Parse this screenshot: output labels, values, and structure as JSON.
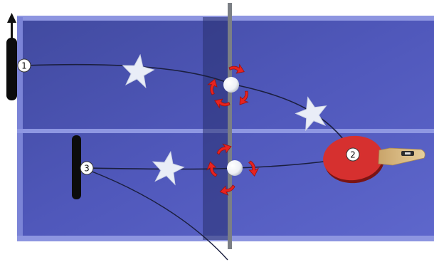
{
  "scene": {
    "markers": [
      {
        "label": "1"
      },
      {
        "label": "2"
      },
      {
        "label": "3"
      }
    ],
    "colors": {
      "table": "#4d55b6",
      "table_dark": "#3e4698",
      "table_light": "#6b74d8",
      "net": "#7b7f85",
      "paddle_rubber": "#d6302f",
      "spin_arrow": "#e8231f",
      "trajectory": "#1b1f3f",
      "ball": "#ffffff",
      "star": "#e9edf7",
      "bat_bar": "#0c0c0c"
    },
    "icons": [
      "ball-icon",
      "star-icon",
      "spin-arrow-icon",
      "paddle-icon",
      "up-arrow-icon"
    ]
  }
}
